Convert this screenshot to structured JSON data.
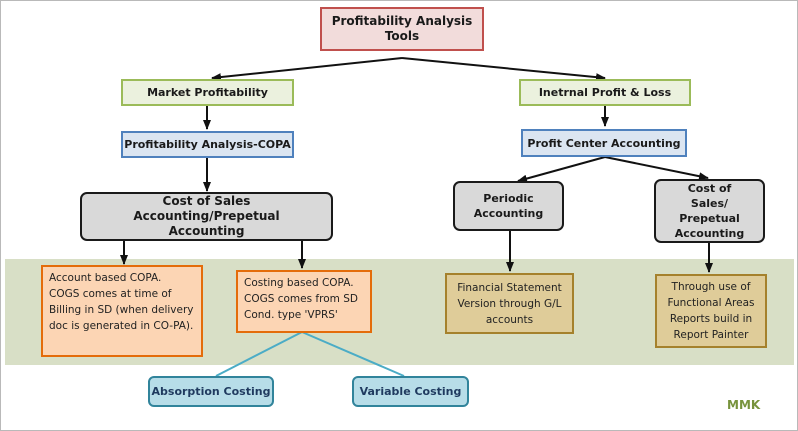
{
  "root": {
    "label": "Profitability Analysis Tools"
  },
  "left_branch": {
    "l1": "Market Profitability",
    "l2": "Profitability Analysis-COPA",
    "l3": "Cost of Sales Accounting/Prepetual Accounting",
    "note_a": "Account based COPA. COGS comes at time of Billing in SD (when delivery doc is generated in CO-PA).",
    "note_b": "Costing based COPA. COGS comes from SD Cond. type 'VPRS'",
    "absorption": "Absorption Costing",
    "variable": "Variable Costing"
  },
  "right_branch": {
    "l1": "Inetrnal Profit & Loss",
    "l2": "Profit Center Accounting",
    "periodic": "Periodic Accounting",
    "cost_of_sales": "Cost of Sales/ Prepetual Accounting",
    "note_c": "Financial Statement Version through G/L accounts",
    "note_d": "Through use of Functional Areas Reports build in Report Painter"
  },
  "watermark": "MMK"
}
